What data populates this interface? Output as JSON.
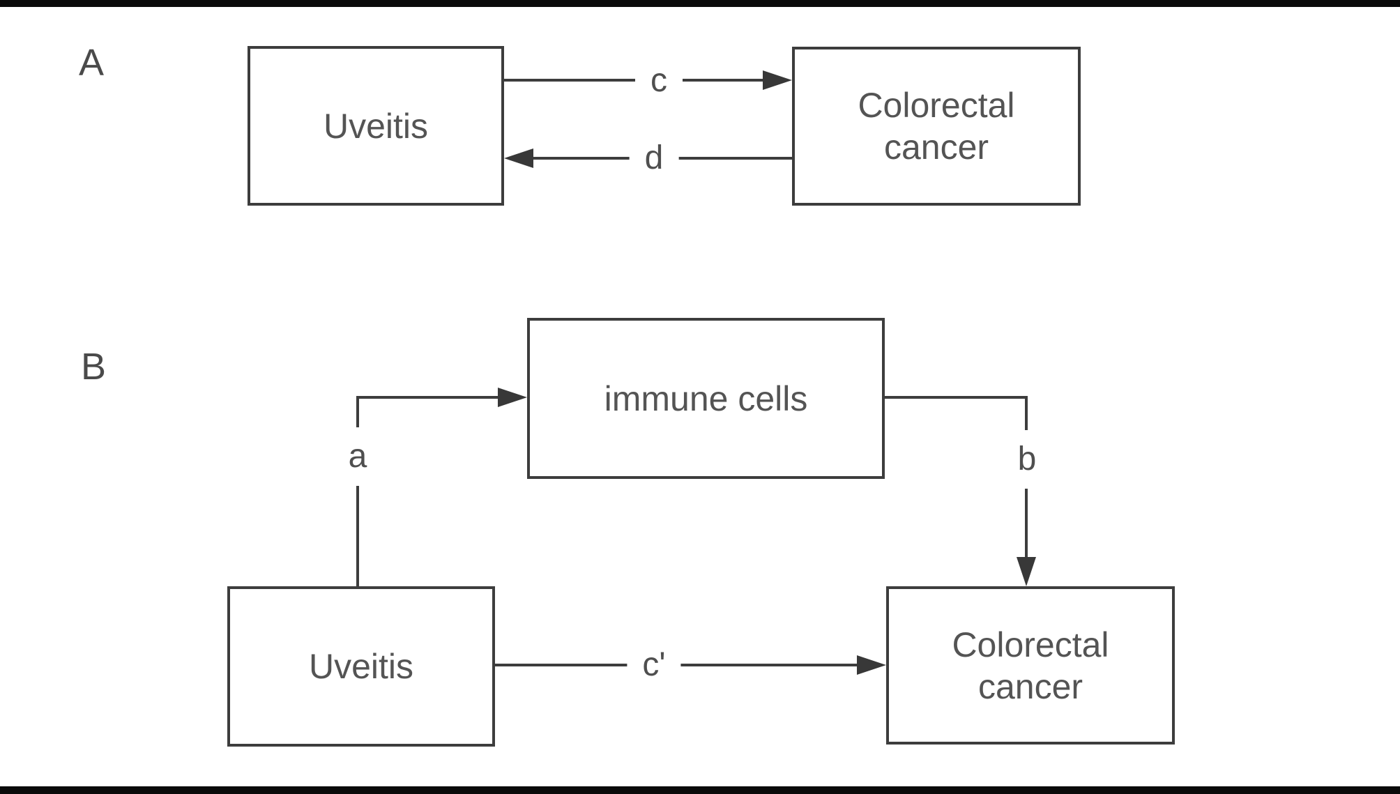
{
  "figure": {
    "background": "#ffffff",
    "frame_color": "#0a0a0a",
    "line_color": "#3d3d3d",
    "box_border_color": "#3d3d3d",
    "text_color": "#545454"
  },
  "panel_a": {
    "label": "A",
    "exposure": "Uveitis",
    "outcome": [
      "Colorectal",
      "cancer"
    ],
    "path_forward": "c",
    "path_reverse": "d"
  },
  "panel_b": {
    "label": "B",
    "exposure": "Uveitis",
    "mediator": "immune cells",
    "outcome": [
      "Colorectal",
      "cancer"
    ],
    "path_exposure_to_mediator": "a",
    "path_mediator_to_outcome": "b",
    "path_direct": "c'"
  }
}
